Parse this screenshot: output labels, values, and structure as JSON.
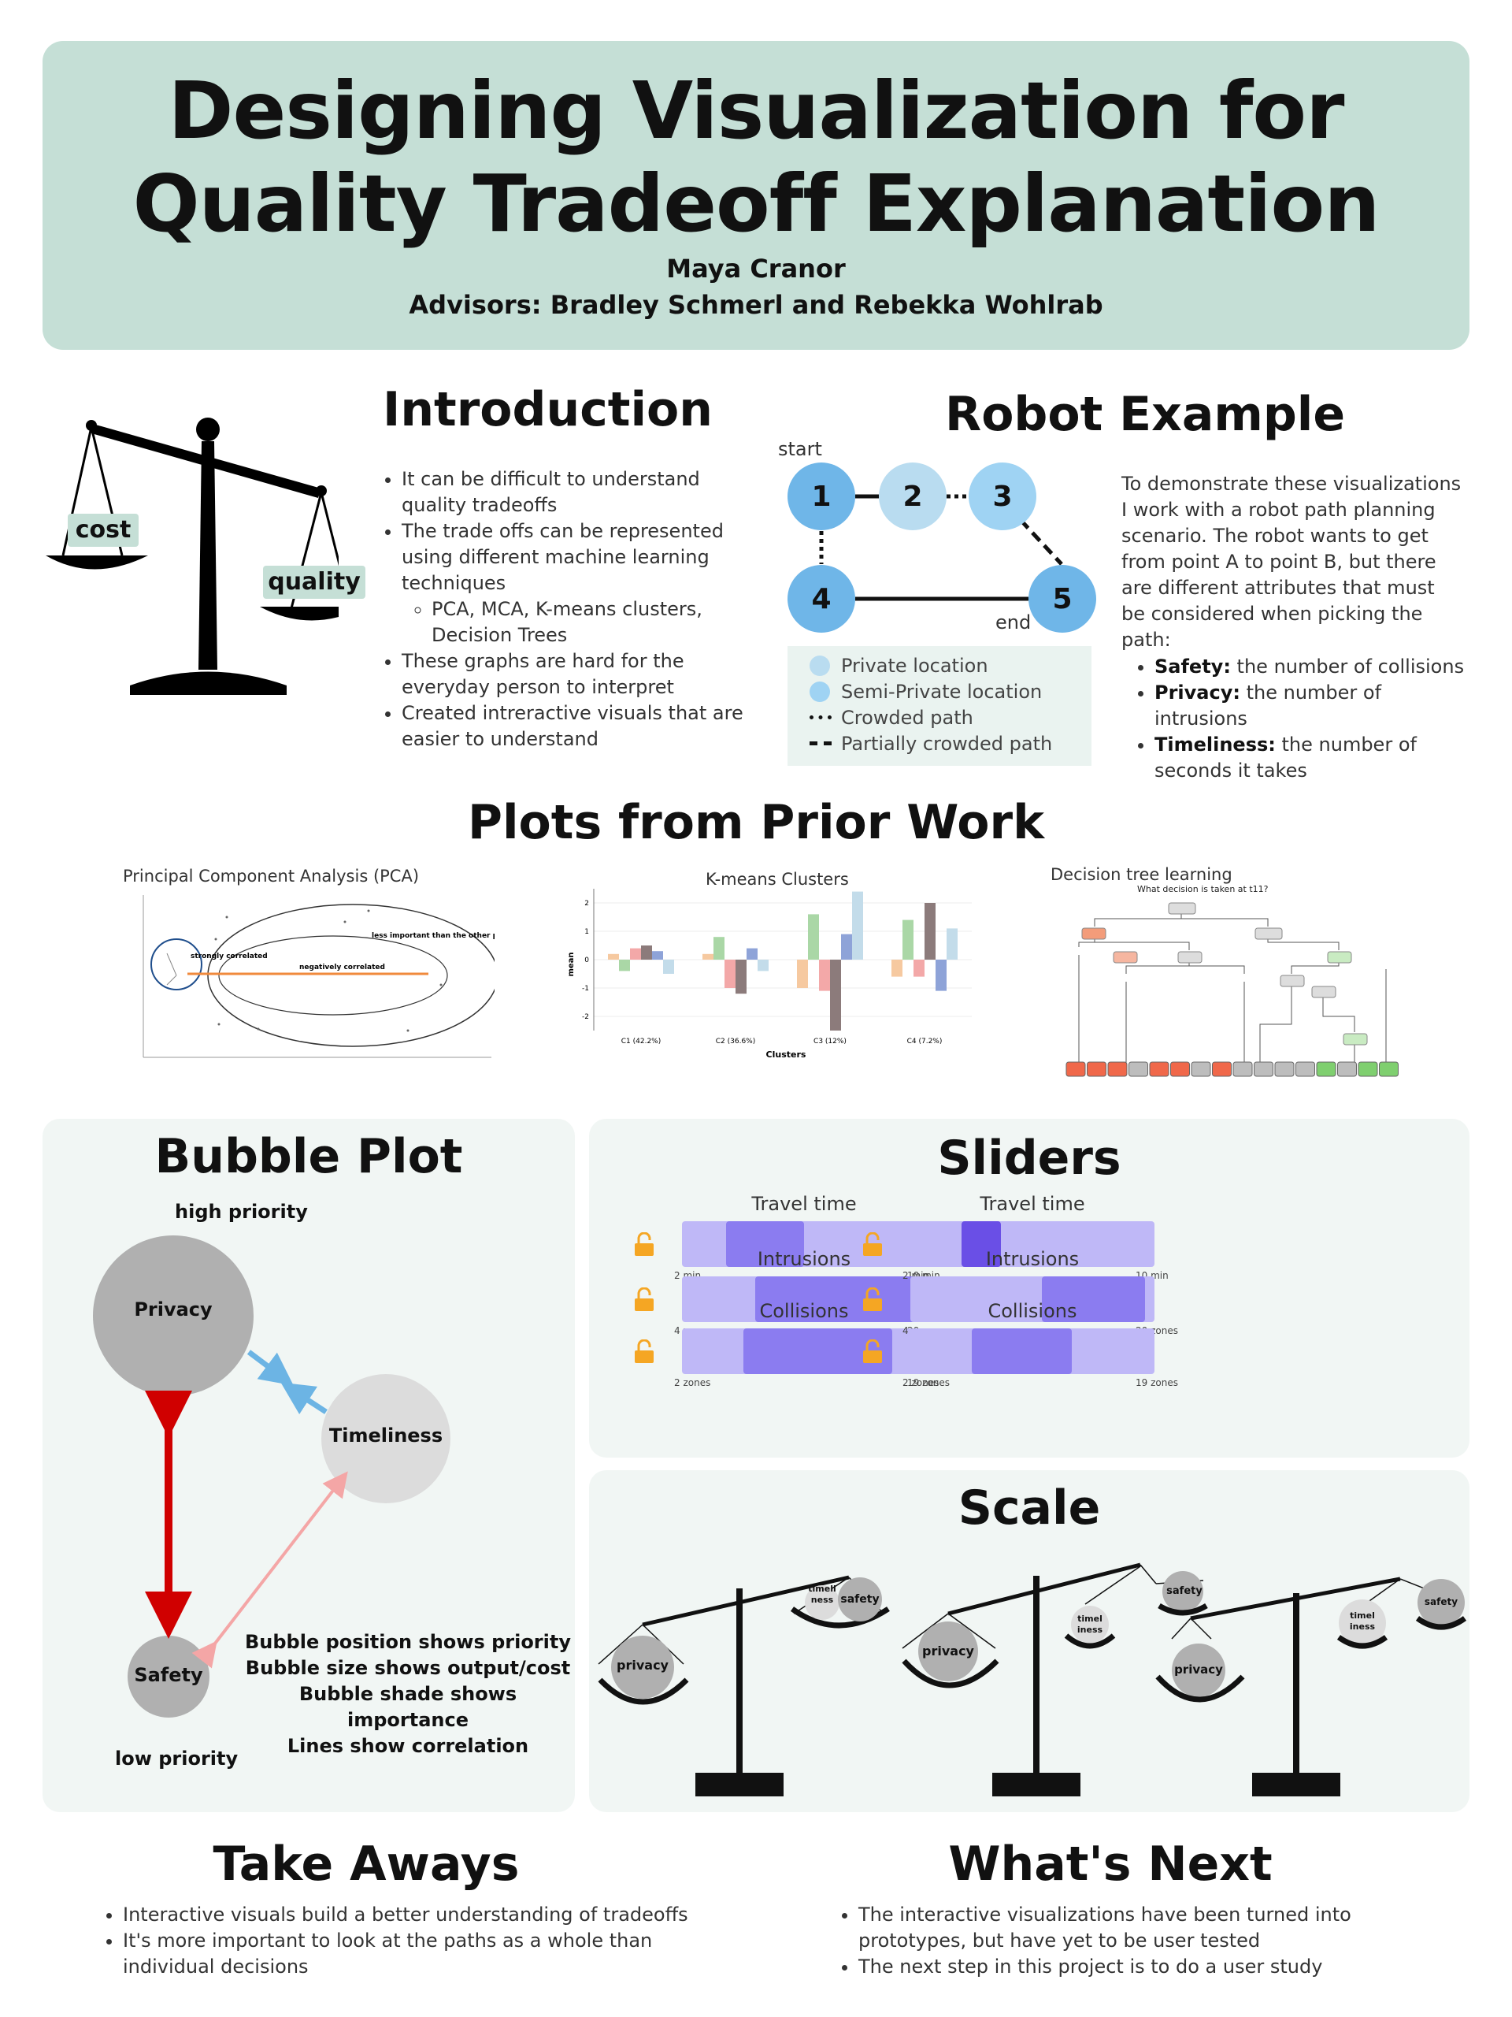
{
  "header": {
    "title_line1": "Designing Visualization for",
    "title_line2": "Quality Tradeoff Explanation",
    "author": "Maya Cranor",
    "advisors": "Advisors: Bradley Schmerl and Rebekka Wohlrab"
  },
  "intro": {
    "heading": "Introduction",
    "scale_labels": {
      "left": "cost",
      "right": "quality"
    },
    "bullets": [
      "It can be difficult to understand quality tradeoffs",
      "The trade offs can be represented using different machine learning techniques",
      "These graphs are hard for the everyday person to interpret",
      "Created intreractive visuals that are easier to understand"
    ],
    "sub_bullet": "PCA, MCA, K-means clusters, Decision Trees"
  },
  "robot": {
    "heading": "Robot Example",
    "start_label": "start",
    "end_label": "end",
    "nodes": [
      "1",
      "2",
      "3",
      "4",
      "5"
    ],
    "legend": [
      "Private location",
      "Semi-Private location",
      "Crowded path",
      "Partially crowded path"
    ],
    "description": "To demonstrate these visualizations I work with a robot path planning scenario. The robot wants to get from point A to point B, but there are different attributes that must be considered when picking the path:",
    "attributes": [
      {
        "name": "Safety:",
        "desc": " the number of collisions"
      },
      {
        "name": "Privacy:",
        "desc": " the number of intrusions"
      },
      {
        "name": "Timeliness:",
        "desc": " the number of seconds it takes"
      }
    ]
  },
  "prior": {
    "heading": "Plots from Prior Work",
    "pca_title": "Principal Component Analysis (PCA)",
    "pca_annotations": [
      "strongly correlated",
      "negatively correlated",
      "less important than the other priority variables"
    ],
    "kmeans_title": "K-means Clusters",
    "kmeans_clusters": [
      "C1 (42.2%)",
      "C2 (36.6%)",
      "C3 (12%)",
      "C4 (7.2%)"
    ],
    "kmeans_xlabel": "Clusters",
    "kmeans_ylabel": "mean",
    "tree_title": "Decision tree learning",
    "tree_subtitle": "What decision is taken at t11?"
  },
  "chart_data": {
    "type": "bar",
    "title": "K-means Clusters",
    "xlabel": "Clusters",
    "ylabel": "mean",
    "categories": [
      "C1 (42.2%)",
      "C2 (36.6%)",
      "C3 (12%)",
      "C4 (7.2%)"
    ],
    "ylim": [
      -2.5,
      2.5
    ],
    "series": [
      {
        "values": [
          0.2,
          0.2,
          -1.0,
          -0.6
        ]
      },
      {
        "values": [
          -0.4,
          0.8,
          1.6,
          1.4
        ]
      },
      {
        "values": [
          0.4,
          -1.0,
          -1.1,
          -0.6
        ]
      },
      {
        "values": [
          0.5,
          -1.2,
          -2.5,
          2.0
        ]
      },
      {
        "values": [
          0.3,
          0.4,
          0.9,
          -1.1
        ]
      },
      {
        "values": [
          -0.5,
          -0.4,
          2.4,
          1.1
        ]
      }
    ],
    "colors": [
      "#f6c9a0",
      "#aad7a6",
      "#f3a8a8",
      "#8c7b7b",
      "#8ea3d8",
      "#c3dcea"
    ]
  },
  "bubble": {
    "heading": "Bubble Plot",
    "high": "high priority",
    "low": "low priority",
    "privacy": "Privacy",
    "timeliness": "Timeliness",
    "safety": "Safety",
    "notes": [
      "Bubble position shows priority",
      "Bubble size shows output/cost",
      "Bubble shade shows importance",
      "Lines show correlation"
    ]
  },
  "sliders": {
    "heading": "Sliders",
    "groups": [
      {
        "title": "Travel time",
        "min": "2 min",
        "max": "10 min",
        "start": 0.18,
        "end": 0.5
      },
      {
        "title": "Intrusions",
        "min": "4 zones",
        "max": "20 zones",
        "start": 0.3,
        "end": 1.0
      },
      {
        "title": "Collisions",
        "min": "2 zones",
        "max": "19 zones",
        "start": 0.25,
        "end": 0.86
      },
      {
        "title": "Travel time",
        "min": "2 min",
        "max": "10 min",
        "start": 0.21,
        "end": 0.37
      },
      {
        "title": "Intrusions",
        "min": "4 zones",
        "max": "20 zones",
        "start": 0.54,
        "end": 0.96
      },
      {
        "title": "Collisions",
        "min": "2 zones",
        "max": "19 zones",
        "start": 0.25,
        "end": 0.66
      }
    ]
  },
  "scale": {
    "heading": "Scale",
    "s1": {
      "left": "privacy",
      "right_a": "timeli ness",
      "right_b": "safety"
    },
    "s2": {
      "left": "privacy",
      "right_a": "timel iness",
      "right_b": "safety"
    },
    "s3": {
      "left": "privacy",
      "right_a": "timel iness",
      "right_b": "safety"
    }
  },
  "takeaways": {
    "heading": "Take Aways",
    "bullets": [
      "Interactive visuals build a better understanding of tradeoffs",
      "It's more important to look at the paths as a whole than individual decisions"
    ]
  },
  "next": {
    "heading": "What's Next",
    "bullets": [
      "The interactive visualizations have been turned into prototypes, but have yet to be user tested",
      "The next step in this project is to do a user study"
    ]
  }
}
